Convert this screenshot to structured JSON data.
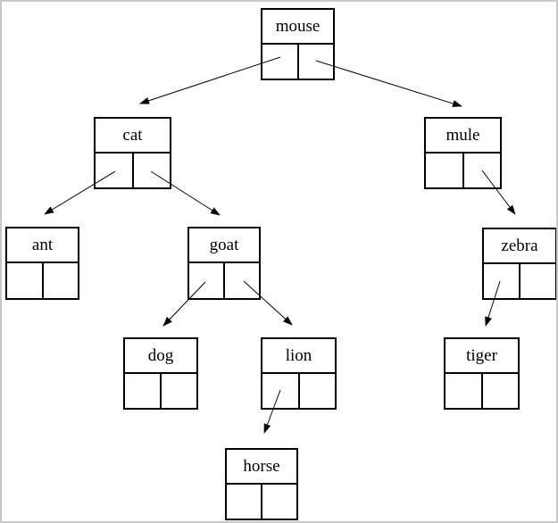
{
  "diagram": {
    "type": "binary-tree",
    "colors": {
      "line": "#000000",
      "background": "#ffffff",
      "frame_border": "#c8c8c8"
    },
    "nodes": [
      {
        "id": "mouse",
        "label": "mouse",
        "left_child": "cat",
        "right_child": "mule"
      },
      {
        "id": "cat",
        "label": "cat",
        "left_child": "ant",
        "right_child": "goat"
      },
      {
        "id": "mule",
        "label": "mule",
        "left_child": null,
        "right_child": "zebra"
      },
      {
        "id": "ant",
        "label": "ant",
        "left_child": null,
        "right_child": null
      },
      {
        "id": "goat",
        "label": "goat",
        "left_child": "dog",
        "right_child": "lion"
      },
      {
        "id": "zebra",
        "label": "zebra",
        "left_child": "tiger",
        "right_child": null
      },
      {
        "id": "dog",
        "label": "dog",
        "left_child": null,
        "right_child": null
      },
      {
        "id": "lion",
        "label": "lion",
        "left_child": "horse",
        "right_child": null
      },
      {
        "id": "tiger",
        "label": "tiger",
        "left_child": null,
        "right_child": null
      },
      {
        "id": "horse",
        "label": "horse",
        "left_child": null,
        "right_child": null
      }
    ],
    "edges": [
      {
        "from": "mouse",
        "pointer": "left",
        "to": "cat"
      },
      {
        "from": "mouse",
        "pointer": "right",
        "to": "mule"
      },
      {
        "from": "cat",
        "pointer": "left",
        "to": "ant"
      },
      {
        "from": "cat",
        "pointer": "right",
        "to": "goat"
      },
      {
        "from": "mule",
        "pointer": "right",
        "to": "zebra"
      },
      {
        "from": "goat",
        "pointer": "left",
        "to": "dog"
      },
      {
        "from": "goat",
        "pointer": "right",
        "to": "lion"
      },
      {
        "from": "zebra",
        "pointer": "left",
        "to": "tiger"
      },
      {
        "from": "lion",
        "pointer": "left",
        "to": "horse"
      }
    ]
  }
}
